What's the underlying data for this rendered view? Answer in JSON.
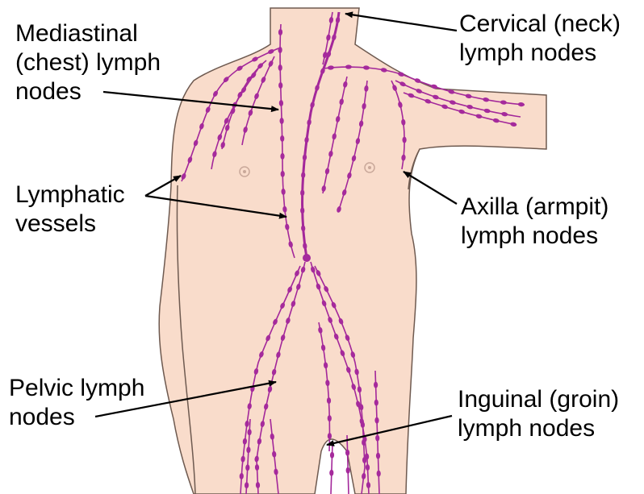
{
  "colors": {
    "skin": "#f9dccb",
    "skin_outline": "#6e5a50",
    "lymph": "#a3279a",
    "node": "#a52a9c",
    "text": "#000000",
    "arrow": "#000000",
    "background": "#ffffff"
  },
  "labels": {
    "cervical": {
      "line1": "Cervical (neck)",
      "line2": "lymph nodes"
    },
    "mediastinal": {
      "line1": "Mediastinal",
      "line2": "(chest) lymph",
      "line3": "nodes"
    },
    "lymphatic": {
      "line1": "Lymphatic",
      "line2": "vessels"
    },
    "axilla": {
      "line1": "Axilla (armpit)",
      "line2": "lymph nodes"
    },
    "pelvic": {
      "line1": "Pelvic lymph",
      "line2": "nodes"
    },
    "inguinal": {
      "line1": "Inguinal (groin)",
      "line2": "lymph nodes"
    }
  }
}
